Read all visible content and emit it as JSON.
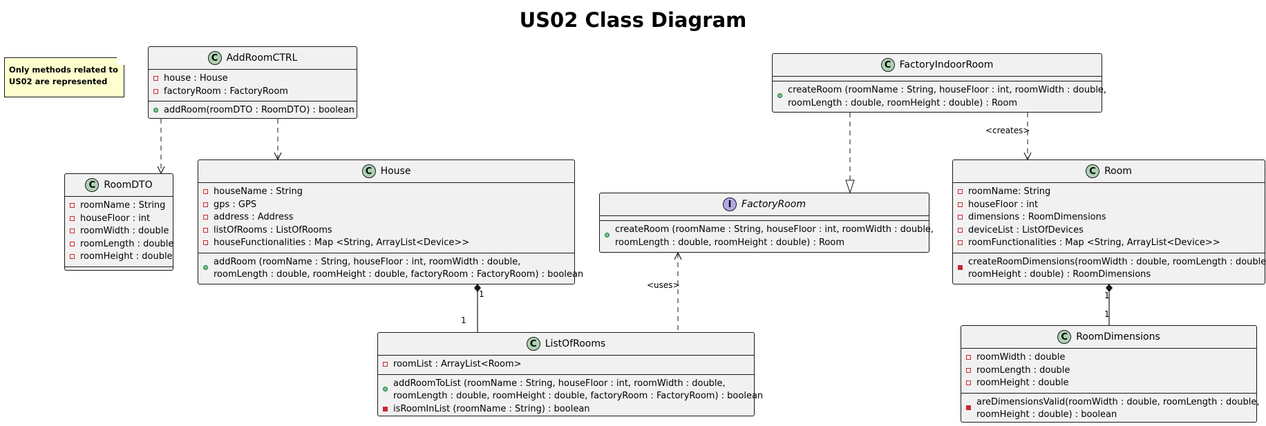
{
  "title": "US02 Class Diagram",
  "note": {
    "line1": "Only methods related to",
    "line2": "US02 are represented"
  },
  "classes": {
    "addRoomCtrl": {
      "name": "AddRoomCTRL",
      "stereo": "C",
      "fields": [
        "house : House",
        "factoryRoom : FactoryRoom"
      ],
      "methods": [
        "addRoom(roomDTO : RoomDTO) : boolean"
      ]
    },
    "roomDto": {
      "name": "RoomDTO",
      "stereo": "C",
      "fields": [
        "roomName : String",
        "houseFloor : int",
        "roomWidth : double",
        "roomLength : double",
        "roomHeight : double"
      ]
    },
    "house": {
      "name": "House",
      "stereo": "C",
      "fields": [
        "houseName : String",
        "gps : GPS",
        "address : Address",
        "listOfRooms : ListOfRooms",
        "houseFunctionalities : Map <String, ArrayList<Device>>"
      ],
      "method1_line1": "addRoom (roomName : String, houseFloor : int, roomWidth : double,",
      "method1_line2": "roomLength : double, roomHeight : double, factoryRoom : FactoryRoom) : boolean"
    },
    "factoryIndoorRoom": {
      "name": "FactoryIndoorRoom",
      "stereo": "C",
      "method1_line1": "createRoom (roomName : String, houseFloor : int, roomWidth : double,",
      "method1_line2": "roomLength : double, roomHeight : double) : Room"
    },
    "factoryRoom": {
      "name": "FactoryRoom",
      "stereo": "I",
      "method1_line1": "createRoom (roomName : String, houseFloor : int, roomWidth : double,",
      "method1_line2": "roomLength : double, roomHeight : double) : Room"
    },
    "room": {
      "name": "Room",
      "stereo": "C",
      "fields": [
        "roomName: String",
        "houseFloor : int",
        "dimensions : RoomDimensions",
        "deviceList : ListOfDevices",
        "roomFunctionalities : Map <String, ArrayList<Device>>"
      ],
      "method1_line1": "createRoomDimensions(roomWidth : double, roomLength : double,",
      "method1_line2": "roomHeight : double) : RoomDimensions"
    },
    "listOfRooms": {
      "name": "ListOfRooms",
      "stereo": "C",
      "fields": [
        "roomList : ArrayList<Room>"
      ],
      "method1_line1": "addRoomToList (roomName : String, houseFloor : int, roomWidth : double,",
      "method1_line2": "roomLength : double, roomHeight : double, factoryRoom : FactoryRoom) : boolean",
      "method2": "isRoomInList (roomName : String) : boolean"
    },
    "roomDimensions": {
      "name": "RoomDimensions",
      "stereo": "C",
      "fields": [
        "roomWidth : double",
        "roomLength : double",
        "roomHeight : double"
      ],
      "method1_line1": "areDimensionsValid(roomWidth : double, roomLength : double,",
      "method1_line2": "roomHeight : double) : boolean"
    }
  },
  "labels": {
    "creates": "<creates>",
    "uses": "<uses>",
    "house_mult": "1",
    "listOfRooms_mult": "1",
    "room_mult": "1",
    "roomDimensions_mult": "1"
  }
}
